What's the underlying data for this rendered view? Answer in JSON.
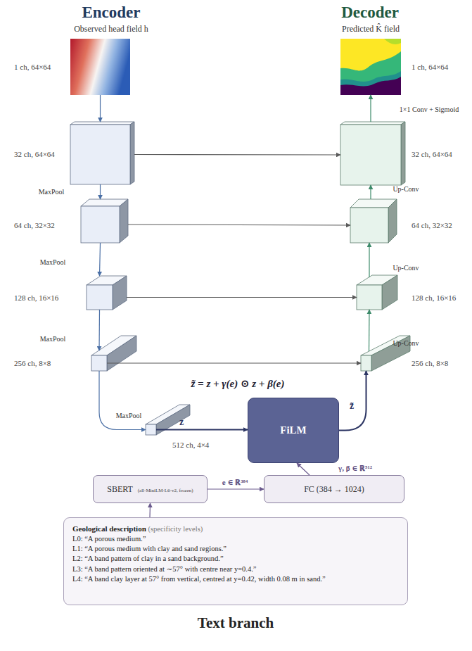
{
  "diagram": {
    "nodes": [
      {
        "text": [
          "1 ch, 64×64"
        ]
      },
      {
        "text": [
          "32 ch, 64×64"
        ]
      },
      {
        "text": [
          "64 ch, 32×32"
        ]
      },
      {
        "text": [
          "128 ch, 16×16"
        ]
      },
      {
        "text": [
          "256 ch, 8×8"
        ]
      },
      {
        "text": [
          "512 ch, 4×4"
        ]
      },
      {
        "text": [
          "FiLM"
        ]
      },
      {
        "text": [
          "256 ch, 8×8"
        ]
      },
      {
        "text": [
          "128 ch, 16×16"
        ]
      },
      {
        "text": [
          "64 ch, 32×32"
        ]
      },
      {
        "text": [
          "32 ch, 64×64"
        ]
      },
      {
        "text": [
          "1 ch, 64×64"
        ]
      },
      {
        "text": [
          "SBERT",
          "(all-MiniLM-L6-v2, frozen)"
        ]
      },
      {
        "text": [
          "FC (384 → 1024)"
        ]
      },
      {
        "text": [
          "Geological description",
          "(specificity levels)",
          "L0: “A porous medium.”",
          "L1: “A porous medium with clay and sand regions.”",
          "L2: “A band pattern of clay in a sand background.”",
          "L3: “A band pattern oriented at ∼57° with centre near y=0.4.”",
          "L4: “A band clay layer at 57° from vertical, centred at y=0.42, width 0.08 m in sand.”"
        ]
      }
    ],
    "edges": [
      {
        "from": 0,
        "to": 1,
        "arrow": "to"
      },
      {
        "from": 1,
        "to": 2,
        "label": "MaxPool",
        "arrow": "to"
      },
      {
        "from": 2,
        "to": 3,
        "label": "MaxPool",
        "arrow": "to"
      },
      {
        "from": 3,
        "to": 4,
        "label": "MaxPool",
        "arrow": "to"
      },
      {
        "from": 4,
        "to": 5,
        "label": "MaxPool",
        "arrow": "to"
      },
      {
        "from": 5,
        "to": 6,
        "label": "z",
        "arrow": "to"
      },
      {
        "from": 6,
        "to": 7,
        "label": "z̃",
        "arrow": "to"
      },
      {
        "from": 7,
        "to": 8,
        "label": "Up-Conv",
        "arrow": "to"
      },
      {
        "from": 8,
        "to": 9,
        "label": "Up-Conv",
        "arrow": "to"
      },
      {
        "from": 9,
        "to": 10,
        "label": "Up-Conv",
        "arrow": "to"
      },
      {
        "from": 10,
        "to": 11,
        "label": "1×1 Conv + Sigmoid",
        "arrow": "to"
      },
      {
        "from": 1,
        "to": 10,
        "arrow": "to"
      },
      {
        "from": 2,
        "to": 9,
        "arrow": "to"
      },
      {
        "from": 3,
        "to": 8,
        "arrow": "to"
      },
      {
        "from": 4,
        "to": 7,
        "arrow": "to"
      },
      {
        "from": 14,
        "to": 12,
        "arrow": "to"
      },
      {
        "from": 12,
        "to": 13,
        "label": "e ∈ ℝ³⁸⁴",
        "arrow": "to"
      },
      {
        "from": 13,
        "to": 6,
        "label": "γ, β ∈ ℝ⁵¹²",
        "arrow": "to"
      }
    ],
    "labels": [
      "Encoder",
      "Observed head field h",
      "Decoder",
      "Predicted K̂ field",
      "z̃ = z + γ(e) ⊙ z + β(e)",
      "Text branch"
    ]
  }
}
